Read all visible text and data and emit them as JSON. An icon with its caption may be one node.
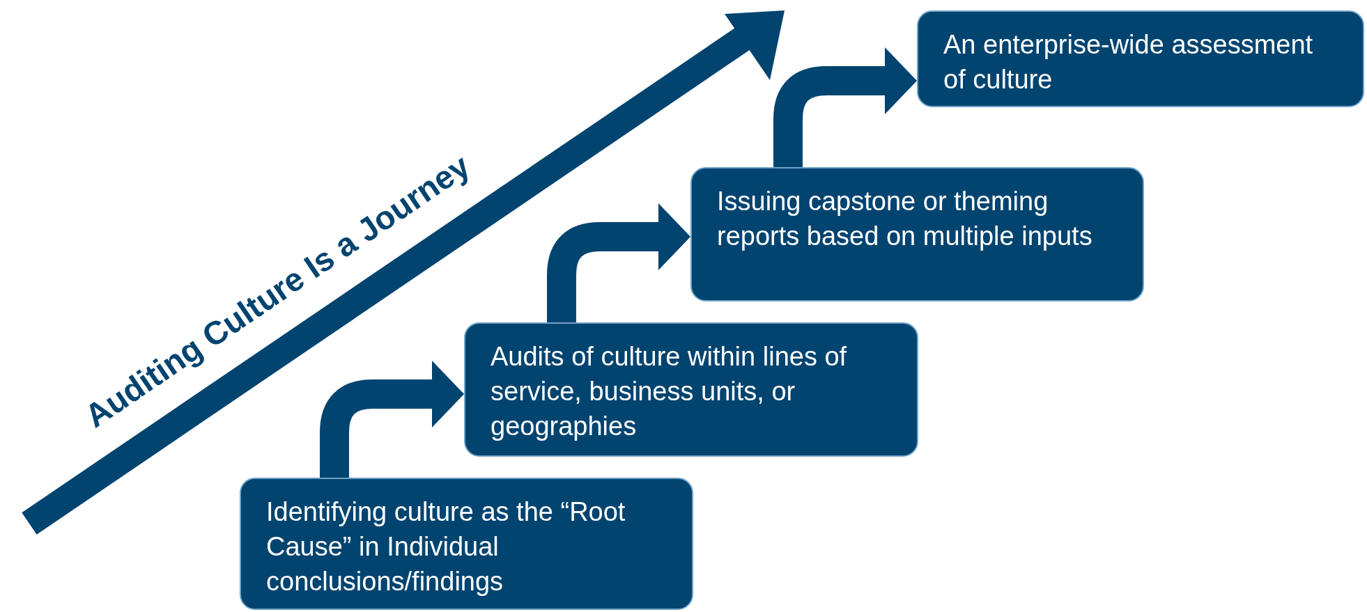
{
  "diagram": {
    "nodes": [
      {
        "text": [
          "Identifying culture as the “Root Cause” in Individual conclusions/findings"
        ]
      },
      {
        "text": [
          "Audits of culture within lines of service, business units, or geographies"
        ]
      },
      {
        "text": [
          "Issuing capstone or theming reports based on multiple inputs"
        ]
      },
      {
        "text": [
          "An enterprise-wide assessment of culture"
        ]
      }
    ],
    "edges": [
      {
        "from": 0,
        "to": 1,
        "arrow": "to"
      },
      {
        "from": 1,
        "to": 2,
        "arrow": "to"
      },
      {
        "from": 2,
        "to": 3,
        "arrow": "to"
      }
    ],
    "labels": [
      "Auditing Culture Is a Journey"
    ]
  }
}
